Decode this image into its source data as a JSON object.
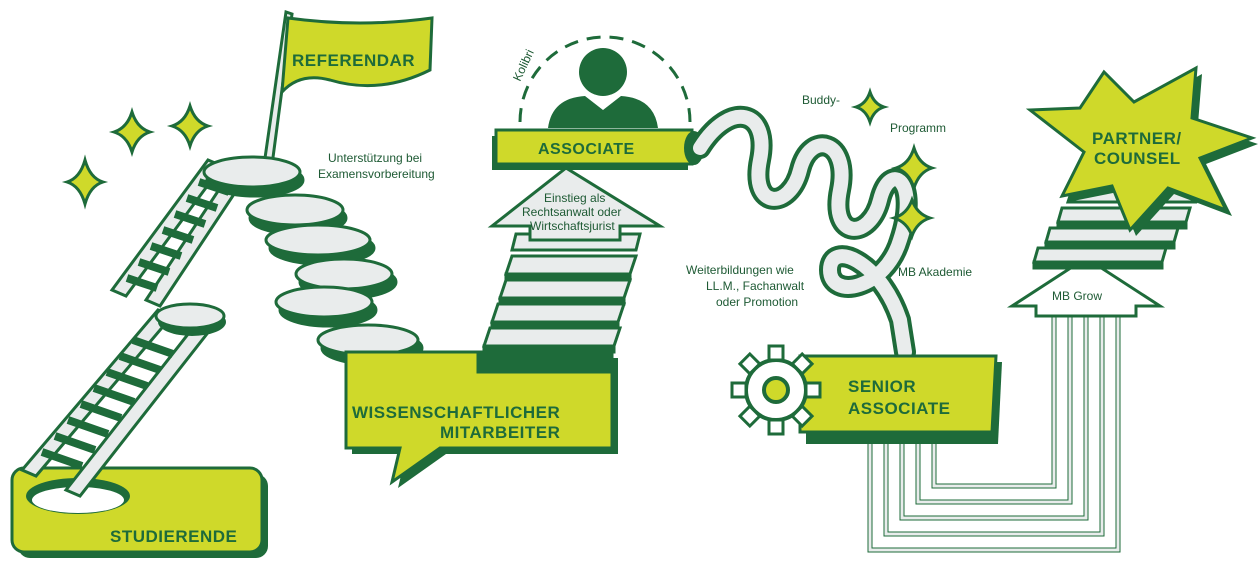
{
  "colors": {
    "lime": "#cfd92a",
    "dark_green": "#1e6b3a",
    "light_gray": "#e9ecec",
    "white": "#ffffff"
  },
  "stages": {
    "studierende": "STUDIERENDE",
    "referendar": "REFERENDAR",
    "wissenschaftlicher_1": "WISSENSCHAFTLICHER",
    "wissenschaftlicher_2": "MITARBEITER",
    "associate": "ASSOCIATE",
    "senior_1": "SENIOR",
    "senior_2": "ASSOCIATE",
    "partner_1": "PARTNER/",
    "partner_2": "COUNSEL"
  },
  "notes": {
    "kolibri": "Kolibri",
    "examen_1": "Unterstützung bei",
    "examen_2": "Examensvorbereitung",
    "einstieg_1": "Einstieg als",
    "einstieg_2": "Rechtsanwalt oder",
    "einstieg_3": "Wirtschaftsjurist",
    "buddy_1": "Buddy-",
    "buddy_2": "Programm",
    "weiter_1": "Weiterbildungen wie",
    "weiter_2": "LL.M., Fachanwalt",
    "weiter_3": "oder Promotion",
    "akademie": "MB Akademie",
    "grow": "MB Grow"
  },
  "icons": [
    "sparkle-icon",
    "flag-icon",
    "ladder-icon",
    "person-icon",
    "gear-icon",
    "starburst-icon",
    "arrow-icon",
    "spring-icon"
  ]
}
